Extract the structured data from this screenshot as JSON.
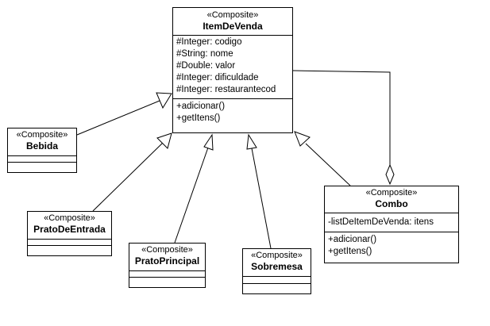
{
  "diagram": {
    "stereotype": "«Composite»",
    "classes": {
      "item": {
        "name": "ItemDeVenda",
        "attributes": [
          "#Integer: codigo",
          "#String: nome",
          "#Double: valor",
          "#Integer: dificuldade",
          "#Integer: restaurantecod"
        ],
        "operations": [
          "+adicionar()",
          "+getItens()"
        ]
      },
      "bebida": {
        "name": "Bebida"
      },
      "entrada": {
        "name": "PratoDeEntrada"
      },
      "principal": {
        "name": "PratoPrincipal"
      },
      "sobremesa": {
        "name": "Sobremesa"
      },
      "combo": {
        "name": "Combo",
        "attributes": [
          "-listDeItemDeVenda: itens"
        ],
        "operations": [
          "+adicionar()",
          "+getItens()"
        ]
      }
    }
  }
}
